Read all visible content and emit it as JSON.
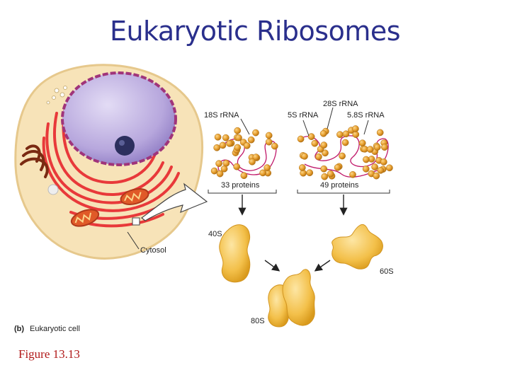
{
  "title": "Eukaryotic Ribosomes",
  "figure_caption": "Figure 13.13",
  "cell_panel": {
    "part_letter": "(b)",
    "caption": "Eukaryotic cell",
    "cytosol_label": "Cytosol"
  },
  "small_subunit": {
    "rrna_label": "18S rRNA",
    "proteins_label": "33 proteins",
    "name": "40S"
  },
  "large_subunit": {
    "rrna_top": "28S rRNA",
    "rrna_left": "5S rRNA",
    "rrna_right": "5.8S rRNA",
    "proteins_label": "49 proteins",
    "name": "60S"
  },
  "assembled": {
    "name": "80S"
  },
  "colors": {
    "title": "#2a2f8c",
    "caption": "#b01818",
    "protein": "#e8a030",
    "rrna": "#c0186a",
    "subunit": "#f3c04a",
    "er": "#e8393a",
    "nucleus": "#b7a7dd",
    "cell": "#f7e3b8"
  }
}
